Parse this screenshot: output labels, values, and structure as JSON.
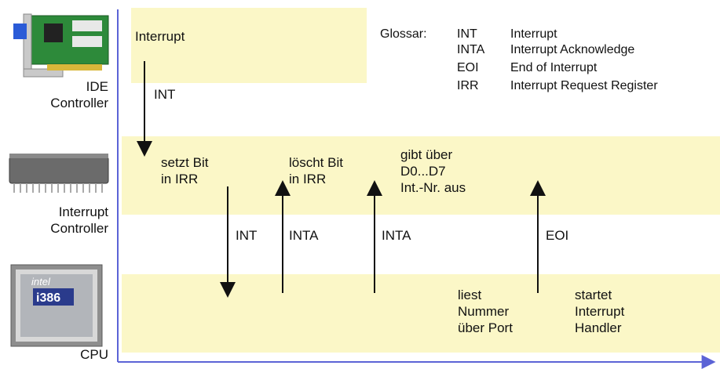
{
  "lanes": {
    "ide": [
      "IDE",
      "Controller"
    ],
    "pic": [
      "Interrupt",
      "Controller"
    ],
    "cpu": "CPU"
  },
  "ide_band": {
    "text": "Interrupt",
    "arrow_label": "INT"
  },
  "glossary": {
    "title": "Glossar:",
    "entries": [
      {
        "abbr": "INT",
        "meaning": "Interrupt"
      },
      {
        "abbr": "INTA",
        "meaning": "Interrupt Acknowledge"
      },
      {
        "abbr": "EOI",
        "meaning": "End of Interrupt"
      },
      {
        "abbr": "IRR",
        "meaning": "Interrupt Request Register"
      }
    ]
  },
  "pic_band": {
    "setzt": [
      "setzt Bit",
      "in IRR"
    ],
    "loescht": [
      "löscht Bit",
      "in IRR"
    ],
    "gibt": [
      "gibt über",
      "D0...D7",
      "Int.-Nr. aus"
    ]
  },
  "signals": {
    "int": "INT",
    "inta1": "INTA",
    "inta2": "INTA",
    "eoi": "EOI"
  },
  "cpu_band": {
    "liest": [
      "liest",
      "Nummer",
      "über Port"
    ],
    "startet": [
      "startet",
      "Interrupt",
      "Handler"
    ]
  },
  "chip_labels": {
    "intel_logo": "intel",
    "cpu_model": "i386"
  },
  "colors": {
    "band": "#fbf7c7",
    "axis": "#5b63d6",
    "arrow": "#111111"
  }
}
